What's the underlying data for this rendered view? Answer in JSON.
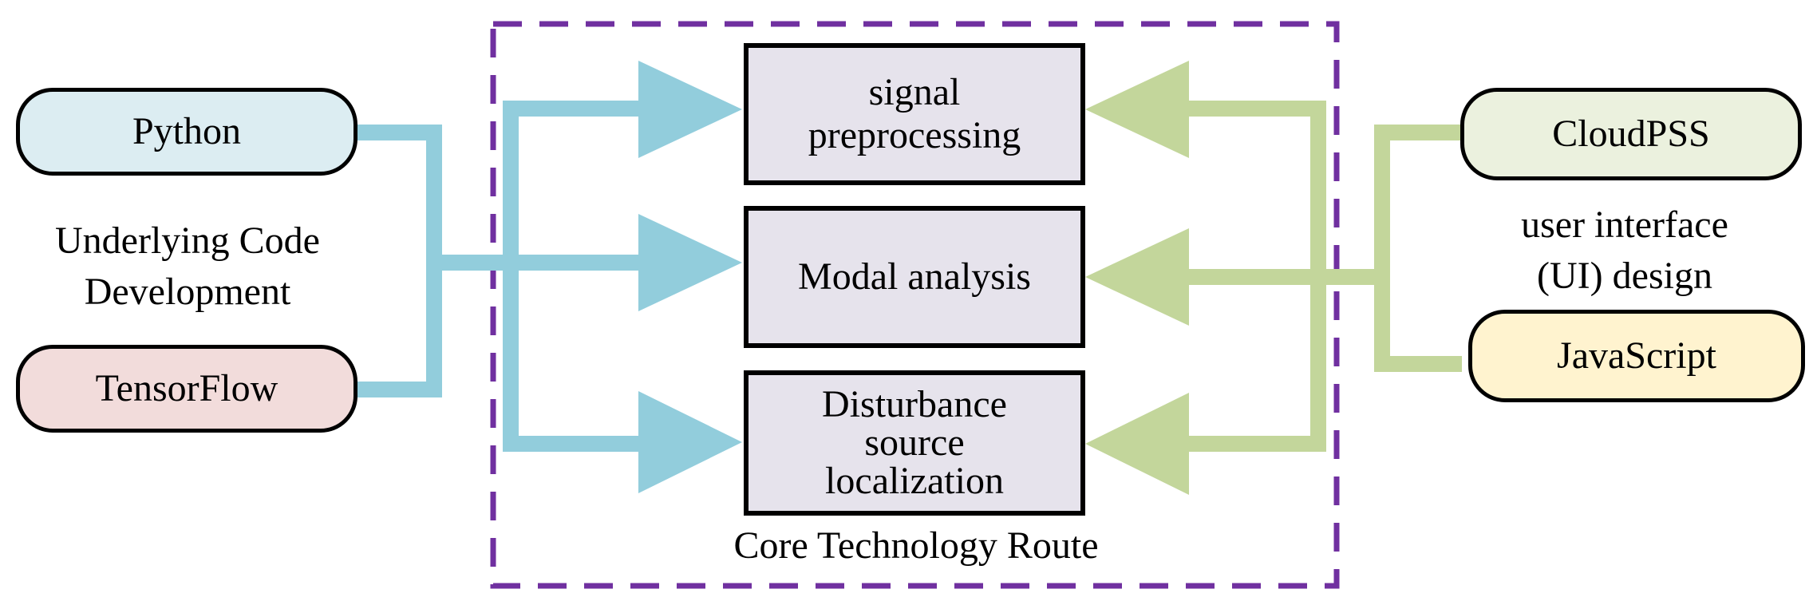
{
  "colors": {
    "python_fill": "#dcedf2",
    "tensorflow_fill": "#f2dcdb",
    "cloudpss_fill": "#ebf1de",
    "javascript_fill": "#fff3cf",
    "core_fill": "#e6e3ec",
    "blue_connector": "#92cddc",
    "green_connector": "#c3d69b",
    "dashed_border": "#7030a0"
  },
  "left_group": {
    "python": "Python",
    "tensorflow": "TensorFlow",
    "label_line1": "Underlying Code",
    "label_line2": "Development"
  },
  "right_group": {
    "cloudpss": "CloudPSS",
    "javascript": "JavaScript",
    "label_line1": "user interface",
    "label_line2": "(UI) design"
  },
  "core": {
    "title": "Core Technology Route",
    "steps": [
      {
        "line1": "signal",
        "line2": "preprocessing"
      },
      {
        "line1": "Modal analysis"
      },
      {
        "line1": "Disturbance",
        "line2": "source",
        "line3": "localization"
      }
    ]
  }
}
